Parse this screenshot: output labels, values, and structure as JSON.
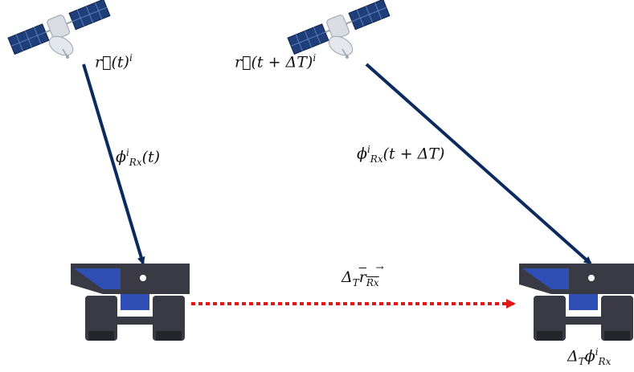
{
  "labels": {
    "pos_t": {
      "base": "r⃗(t)",
      "sup": "i"
    },
    "pos_t_dt": {
      "base": "r⃗(t + ΔT)",
      "sup": "i"
    },
    "phase_t": {
      "base": "ϕ",
      "sub": "Rx",
      "sup": "i",
      "arg": "(t)"
    },
    "phase_t_dt": {
      "base": "ϕ",
      "sub": "Rx",
      "sup": "i",
      "arg": "(t + ΔT)"
    },
    "displacement": {
      "delta": "Δ",
      "delta_sub": "T",
      "vec": "r",
      "vec_sub": "Rx"
    },
    "phase_diff": {
      "delta": "Δ",
      "delta_sub": "T",
      "base": "ϕ",
      "sub": "Rx",
      "sup": "i"
    }
  },
  "colors": {
    "signal_line": "#0d2a5e",
    "displacement_arrow": "#e01818",
    "receiver_body": "#3a3a44",
    "receiver_accent": "#2f4fb5",
    "satellite_panel": "#1f3f7a",
    "satellite_body": "#d9dde3"
  },
  "icons": [
    "satellite-icon",
    "receiver-icon"
  ]
}
